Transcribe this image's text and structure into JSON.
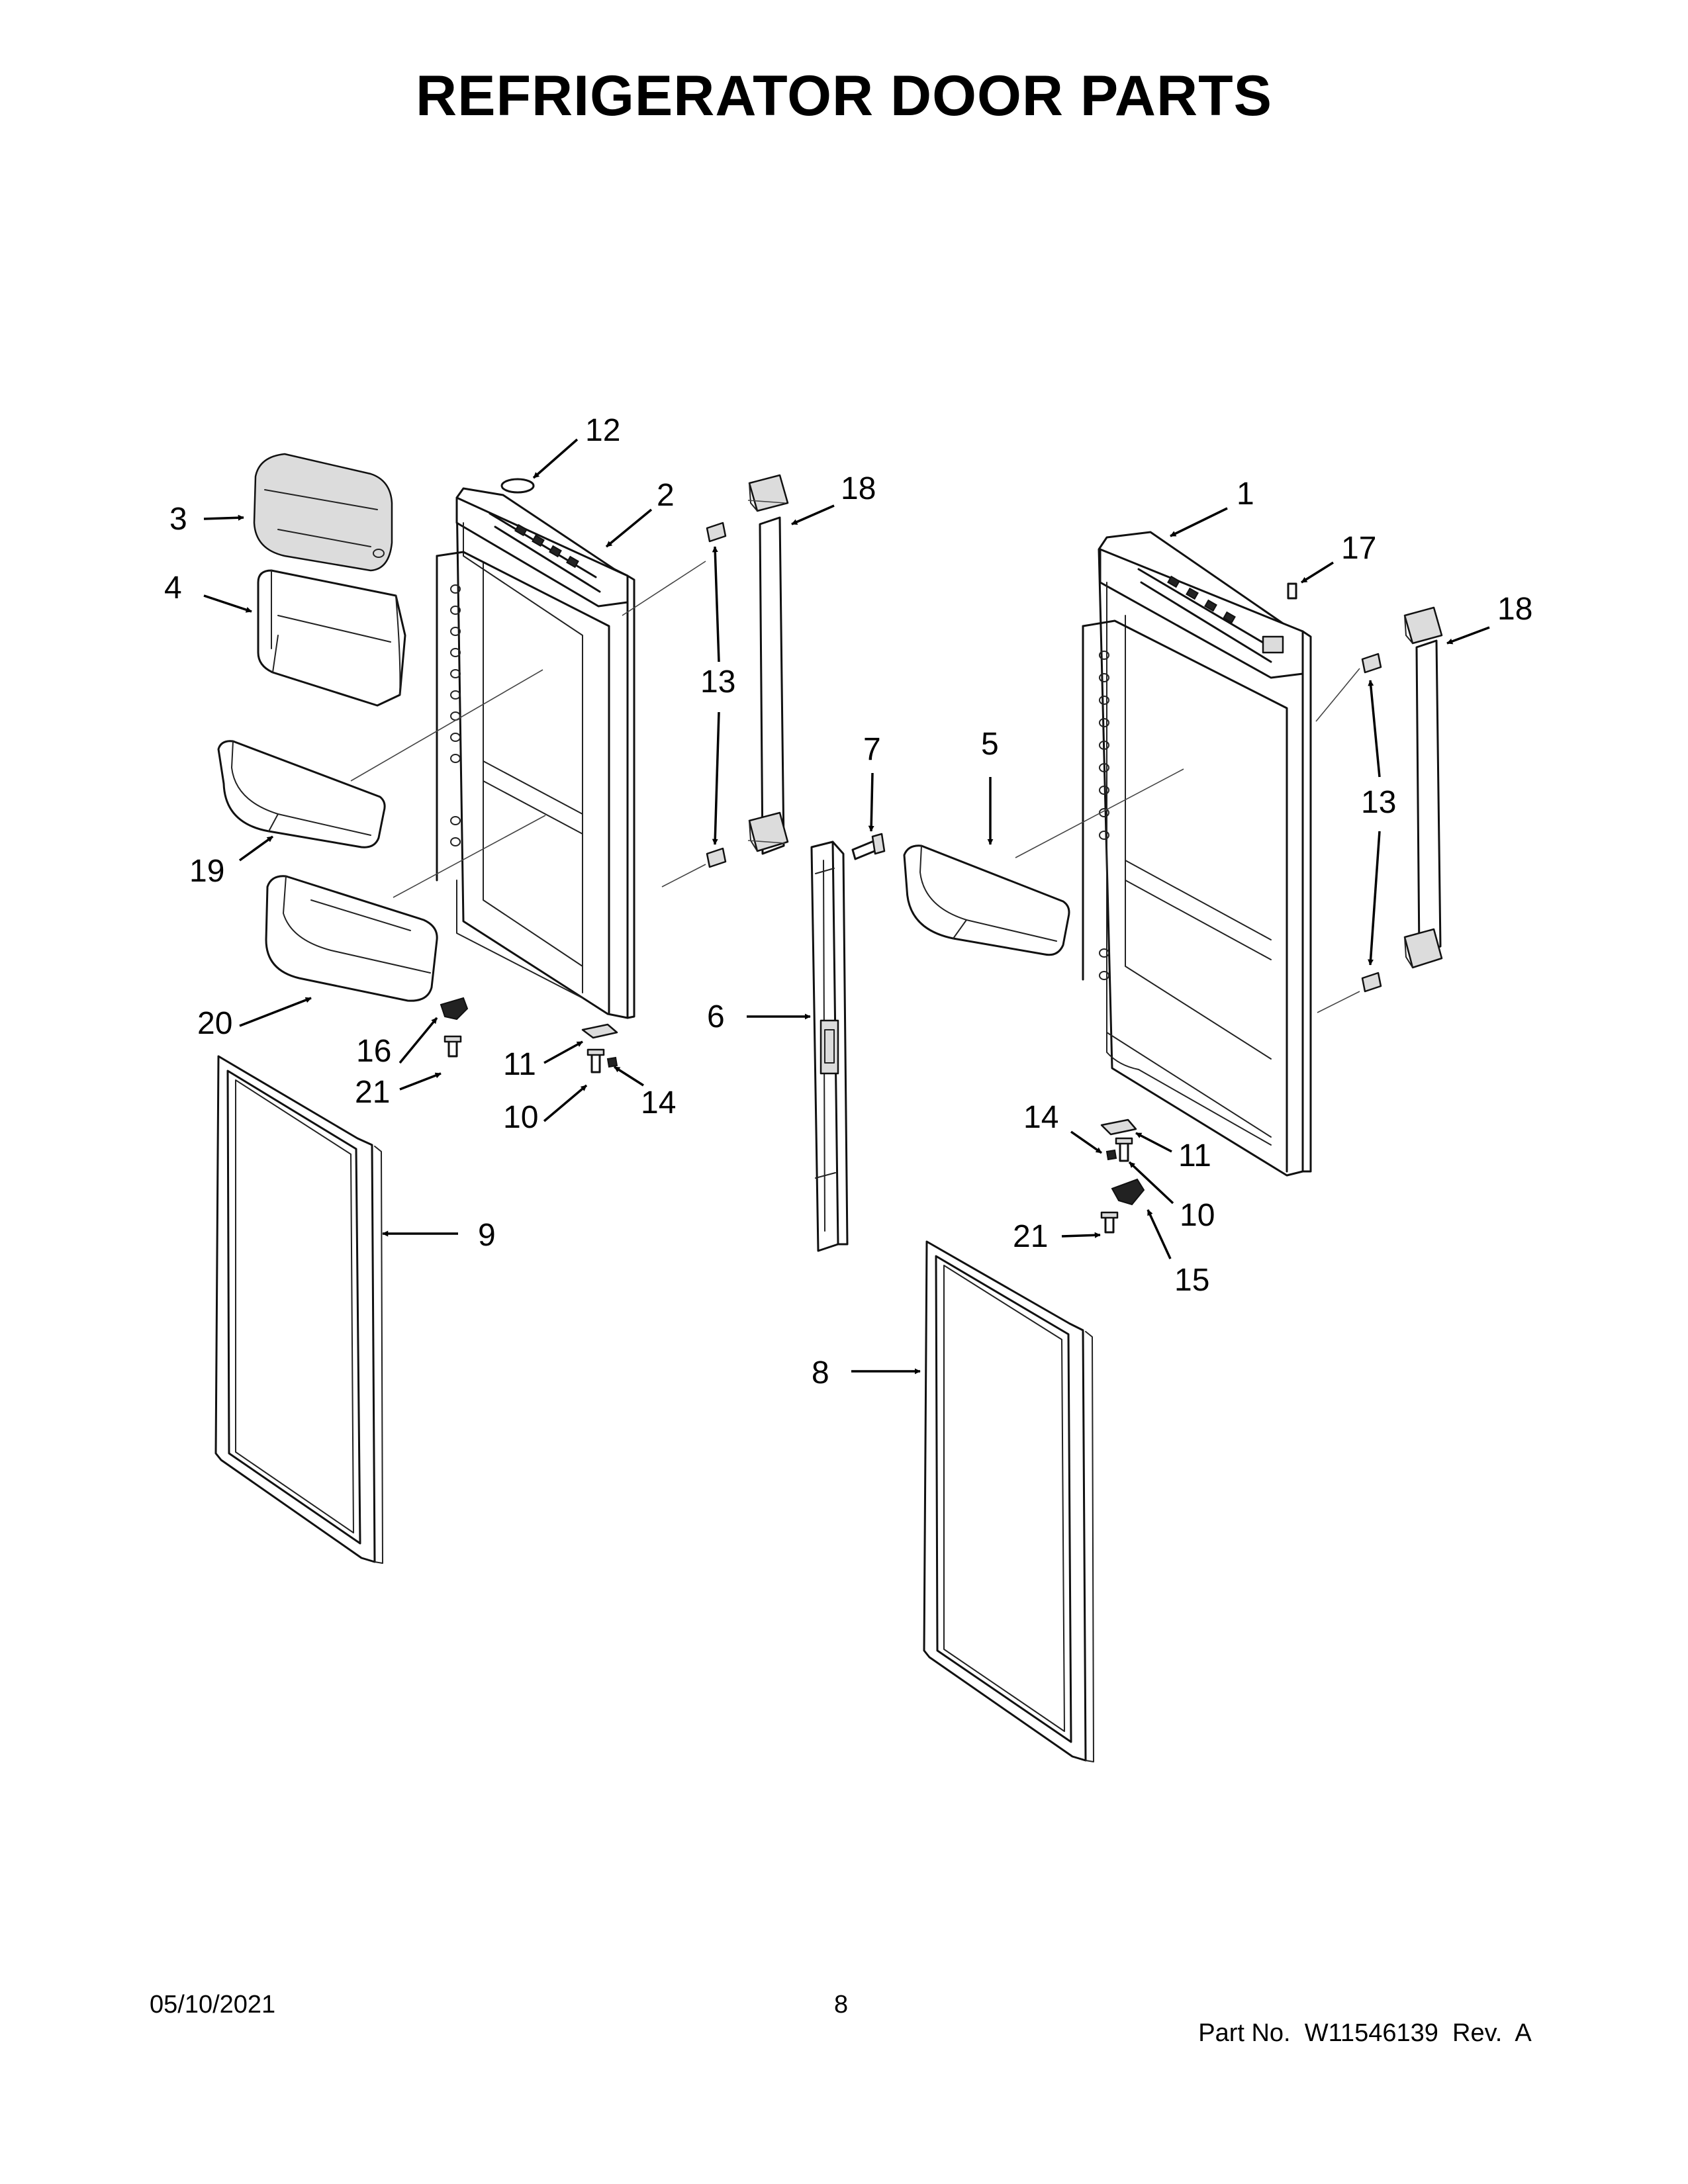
{
  "title": "REFRIGERATOR DOOR PARTS",
  "callouts": {
    "c1": "1",
    "c2": "2",
    "c3": "3",
    "c4": "4",
    "c5": "5",
    "c6": "6",
    "c7": "7",
    "c8": "8",
    "c9": "9",
    "c10_left": "10",
    "c10_right": "10",
    "c11_left": "11",
    "c11_right": "11",
    "c12": "12",
    "c13_left": "13",
    "c13_right": "13",
    "c14_left": "14",
    "c14_right": "14",
    "c15": "15",
    "c16": "16",
    "c17": "17",
    "c18_left": "18",
    "c18_right": "18",
    "c19": "19",
    "c20": "20",
    "c21_left": "21",
    "c21_right": "21"
  },
  "footer": {
    "date": "05/10/2021",
    "page_number": "8",
    "part_label": "Part No.",
    "part_number": "W11546139",
    "rev_label": "Rev.",
    "rev_value": "A"
  }
}
